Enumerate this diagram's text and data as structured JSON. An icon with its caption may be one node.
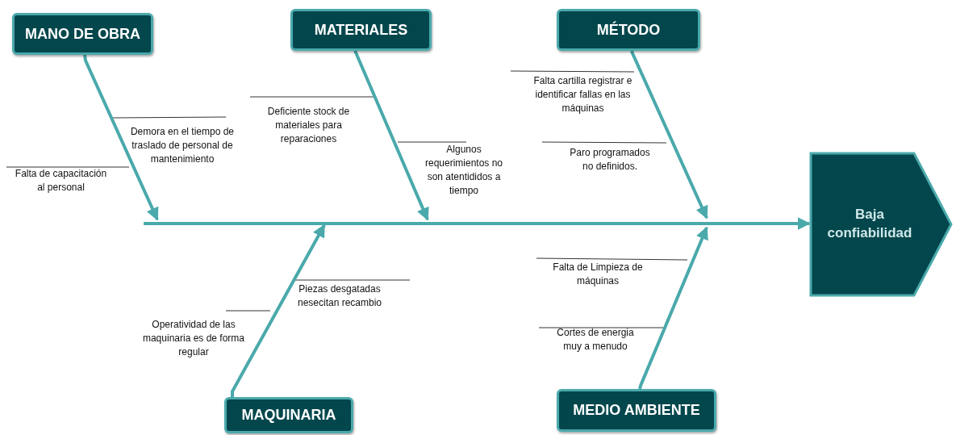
{
  "diagram": {
    "nodes": [
      {
        "text": [
          "MANO DE OBRA"
        ]
      },
      {
        "text": [
          "MATERIALES"
        ]
      },
      {
        "text": [
          "MÉTODO"
        ]
      },
      {
        "text": [
          "MAQUINARIA"
        ]
      },
      {
        "text": [
          "MEDIO AMBIENTE"
        ]
      },
      {
        "text": [
          "Baja confiabilidad"
        ]
      }
    ],
    "edges": [
      {
        "from": 0,
        "to": null,
        "arrow": "to"
      },
      {
        "from": 1,
        "to": null,
        "arrow": "to"
      },
      {
        "from": 2,
        "to": null,
        "arrow": "to"
      },
      {
        "from": 3,
        "to": null,
        "arrow": "to"
      },
      {
        "from": 4,
        "to": null,
        "arrow": "to"
      },
      {
        "from": null,
        "to": 5,
        "arrow": "to"
      }
    ],
    "labels": [
      "Demora en el tiempo de traslado de personal de mantenimiento",
      "Falta de capacitación al personal",
      "Deficiente stock de materiales para reparaciones",
      "Algunos requerimientos no son atentididos a tiempo",
      "Falta cartilla registrar e identificar fallas en las máquinas",
      "Paro programados no definidos.",
      "Piezas desgatadas nesecitan recambio",
      "Operatividad de las maquinaria es de forma regular",
      "Falta de Limpieza de máquinas",
      "Cortes de energia muy a menudo"
    ]
  }
}
